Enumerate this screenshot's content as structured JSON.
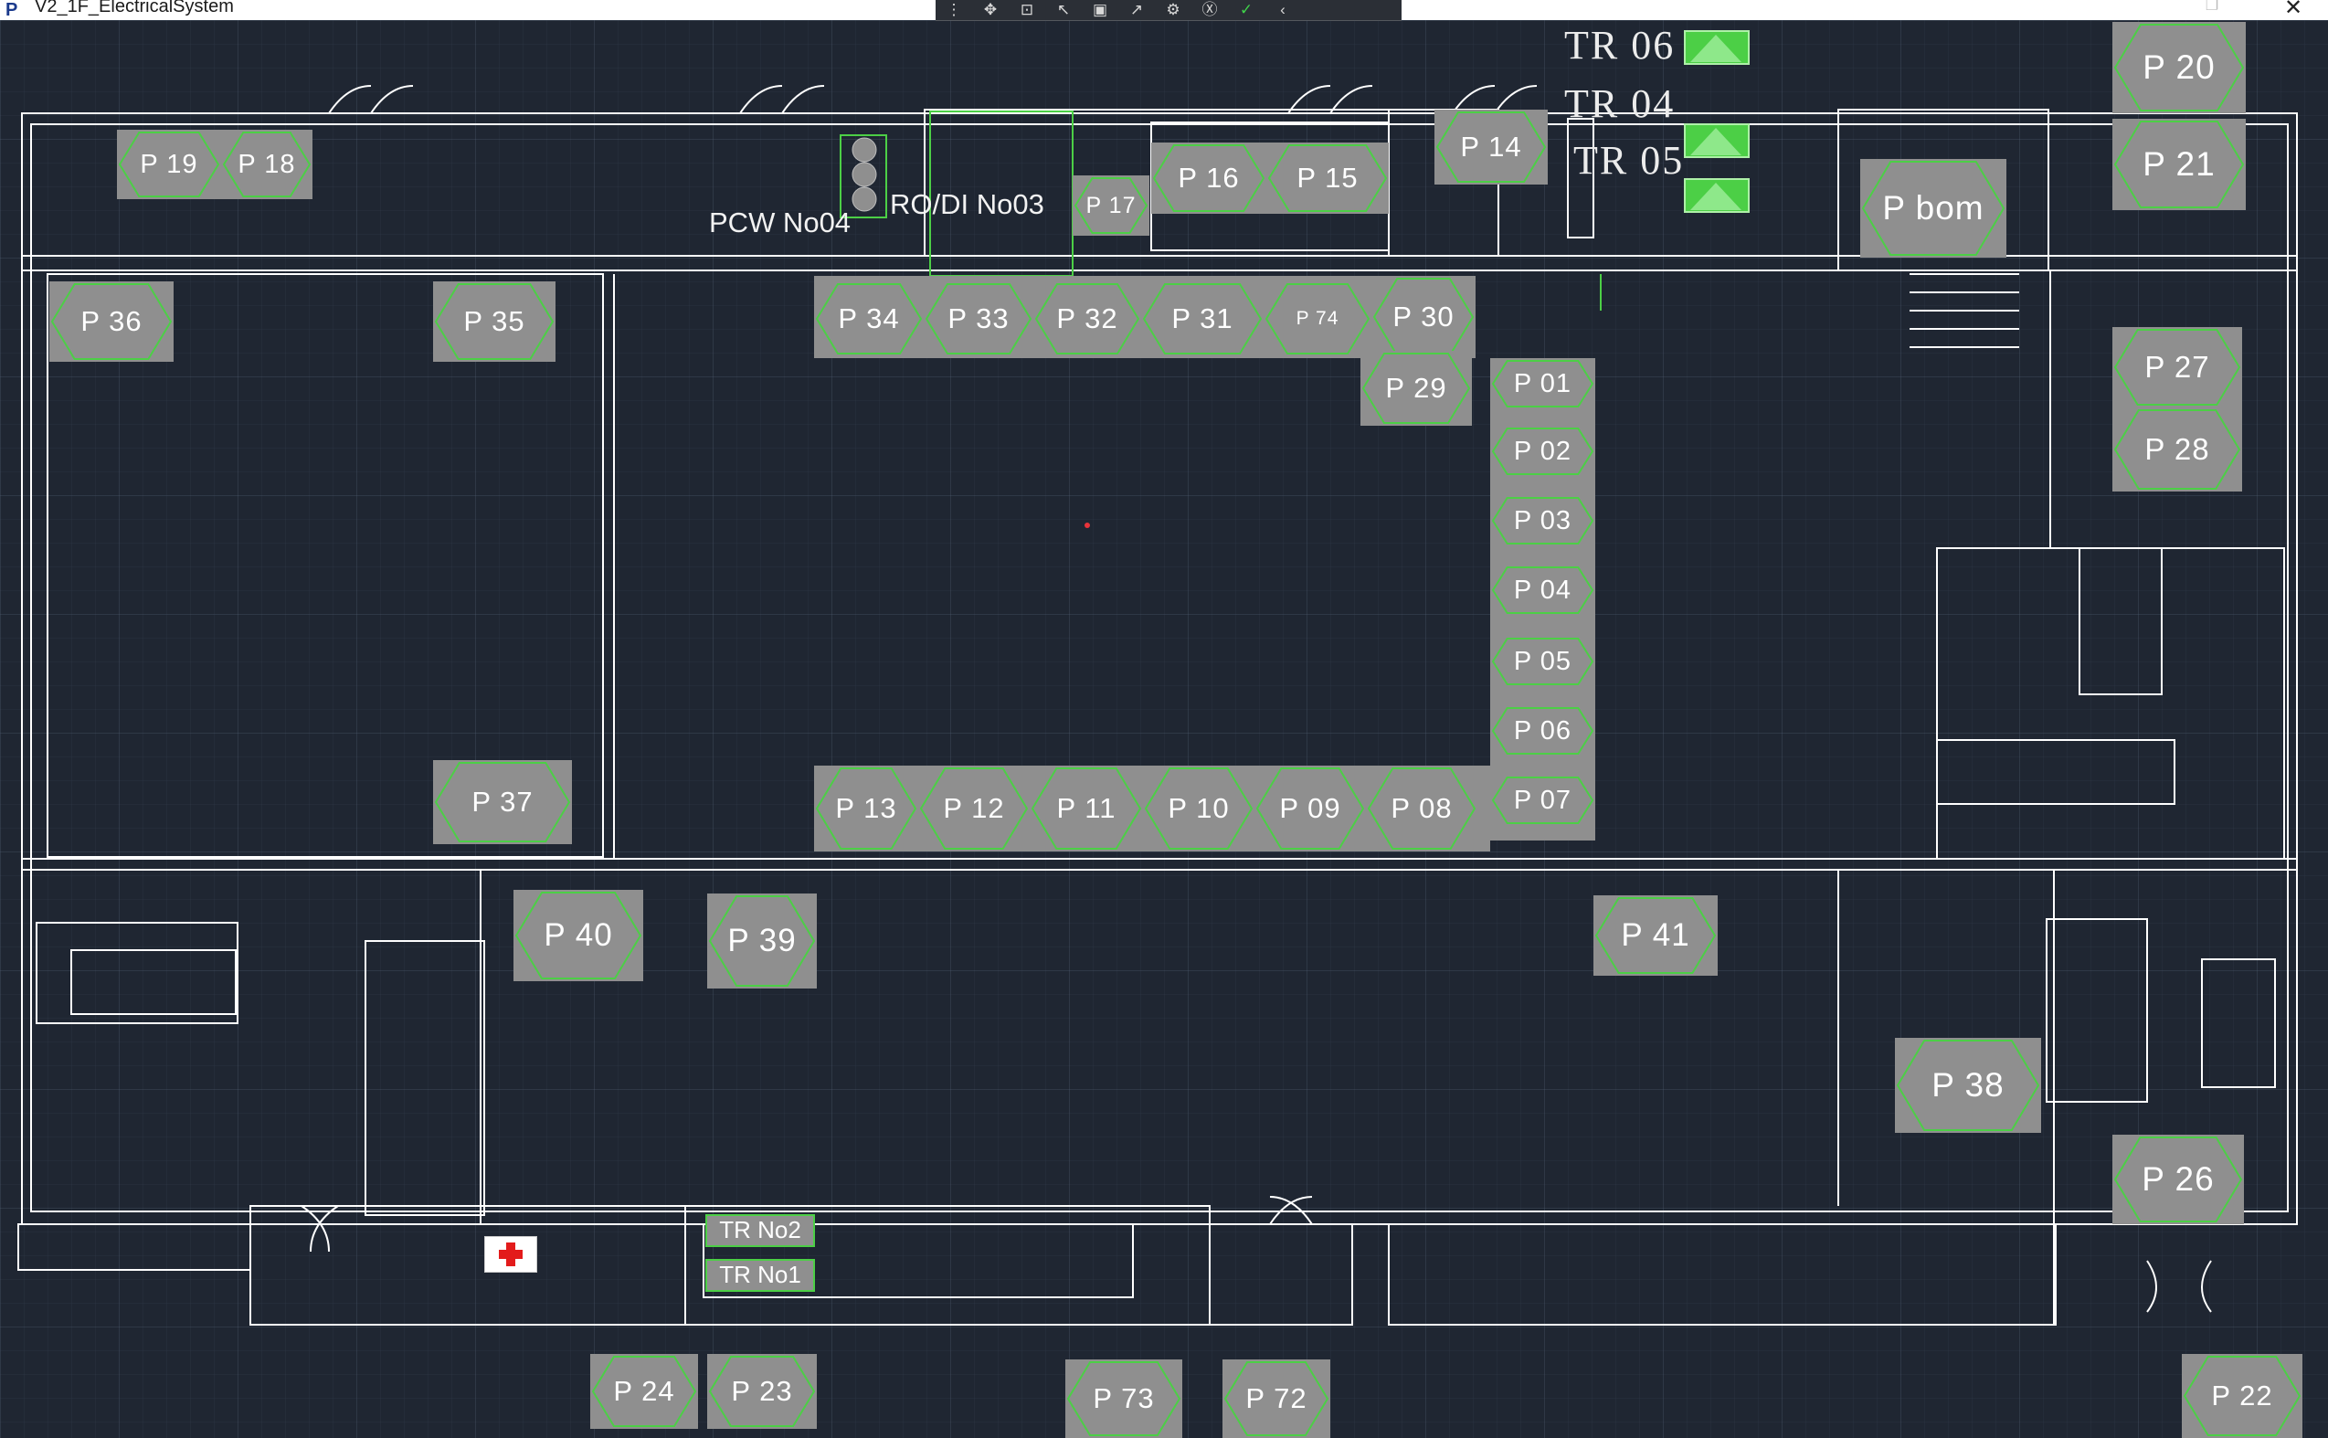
{
  "window": {
    "title": "V2_1F_ElectricalSystem",
    "close_glyph": "✕",
    "restore_glyph": "❐",
    "app_icon_glyph": "P"
  },
  "toolbar": {
    "items": [
      {
        "name": "grip-icon",
        "glyph": "⋮"
      },
      {
        "name": "pan-icon",
        "glyph": "✥"
      },
      {
        "name": "zoom-window-icon",
        "glyph": "⊡"
      },
      {
        "name": "select-icon",
        "glyph": "↖"
      },
      {
        "name": "layer-icon",
        "glyph": "▣"
      },
      {
        "name": "cursor-snap-icon",
        "glyph": "↗"
      },
      {
        "name": "settings-icon",
        "glyph": "⚙"
      },
      {
        "name": "lock-icon",
        "glyph": "Ⓧ"
      },
      {
        "name": "check-icon",
        "glyph": "✓"
      },
      {
        "name": "more-icon",
        "glyph": "‹"
      }
    ]
  },
  "colors": {
    "background": "#1f2632",
    "panel_fill": "#8f8f8f",
    "hex_outline": "#4ccf46",
    "walls": "#ffffff",
    "first_aid": "#e31b1b"
  },
  "labels": {
    "pcw": "PCW No04",
    "rodi": "RO/DI No03",
    "tr06": "TR 06",
    "tr04": "TR 04",
    "tr05": "TR 05"
  },
  "transformers": {
    "tr_no2": "TR No2",
    "tr_no1": "TR No1"
  },
  "panels": {
    "p19": "P 19",
    "p18": "P 18",
    "p16": "P 16",
    "p15": "P 15",
    "p14": "P 14",
    "p17": "P 17",
    "p20": "P 20",
    "p21": "P 21",
    "pbom": "P bom",
    "p36": "P 36",
    "p35": "P 35",
    "p34": "P 34",
    "p33": "P 33",
    "p32": "P 32",
    "p31": "P 31",
    "p74": "P 74",
    "p30": "P 30",
    "p29": "P 29",
    "p27": "P 27",
    "p28": "P 28",
    "p01": "P 01",
    "p02": "P 02",
    "p03": "P 03",
    "p04": "P 04",
    "p05": "P 05",
    "p06": "P 06",
    "p07": "P 07",
    "p37": "P 37",
    "p13": "P 13",
    "p12": "P 12",
    "p11": "P 11",
    "p10": "P 10",
    "p09": "P 09",
    "p08": "P 08",
    "p40": "P 40",
    "p39": "P 39",
    "p41": "P 41",
    "p38": "P 38",
    "p26": "P 26",
    "p24": "P 24",
    "p23": "P 23",
    "p73": "P 73",
    "p72": "P 72",
    "p22": "P 22"
  }
}
